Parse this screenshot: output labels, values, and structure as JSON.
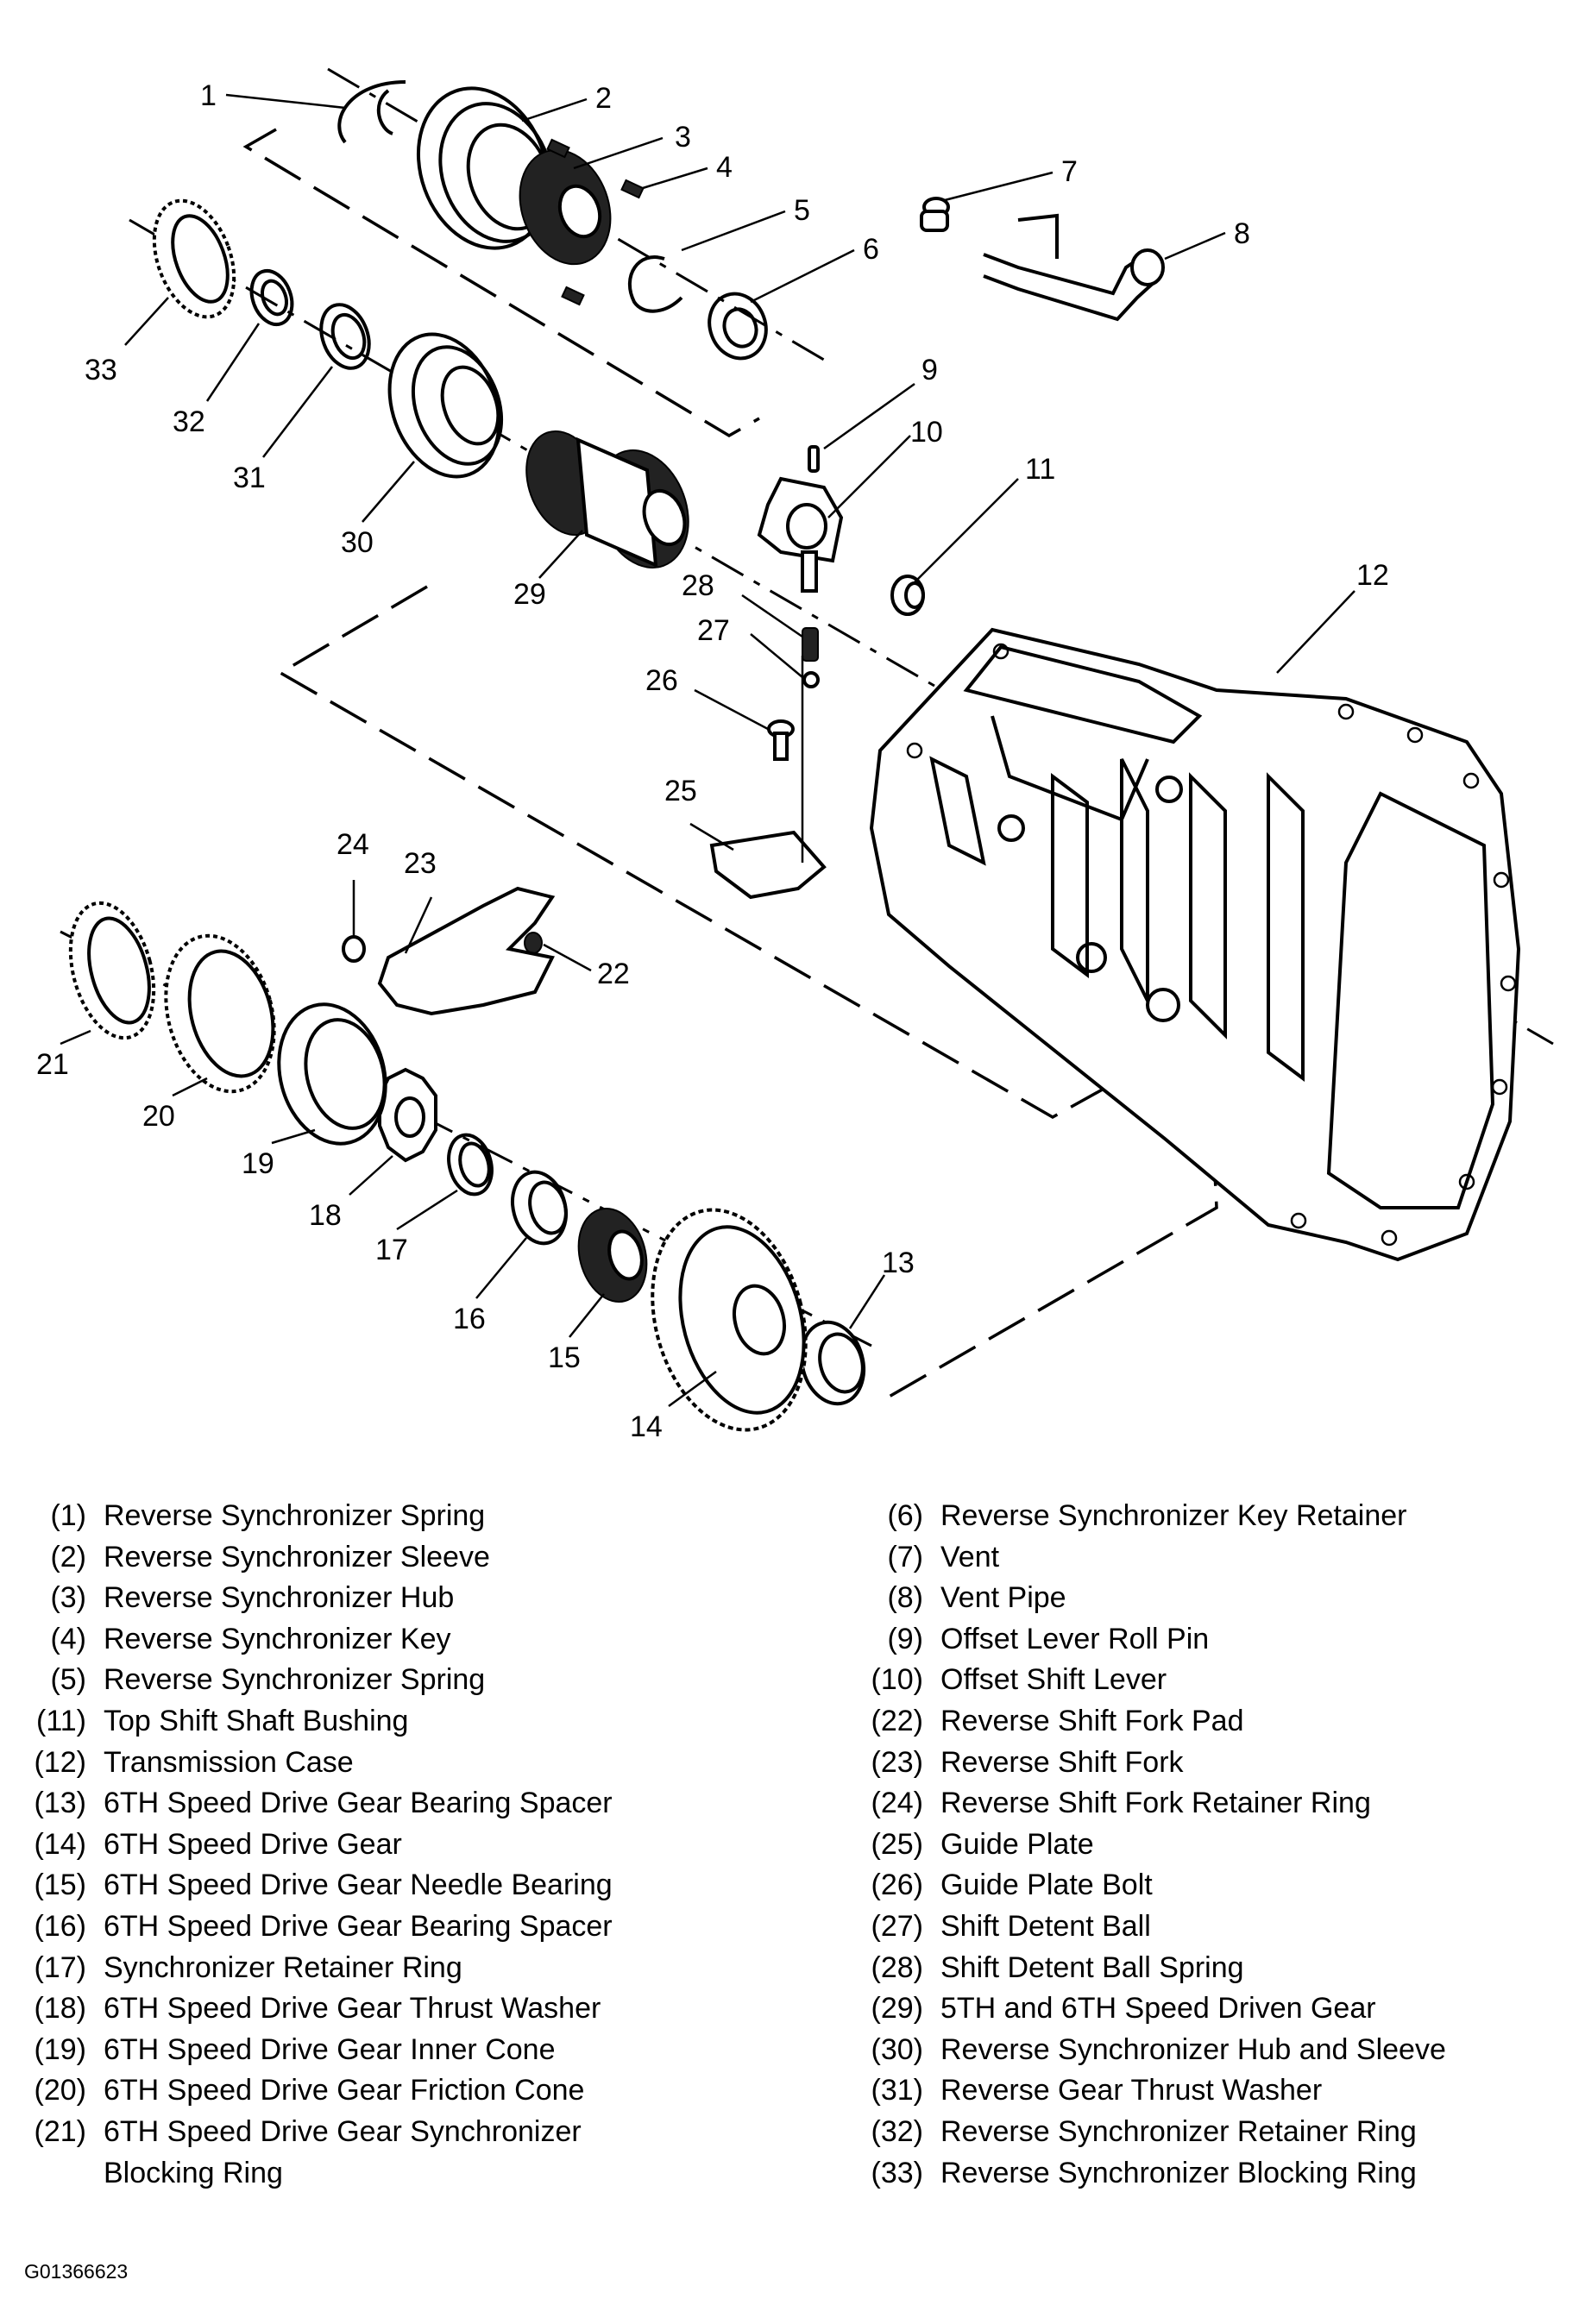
{
  "callouts": [
    "1",
    "2",
    "3",
    "4",
    "5",
    "6",
    "7",
    "8",
    "9",
    "10",
    "11",
    "12",
    "13",
    "14",
    "15",
    "16",
    "17",
    "18",
    "19",
    "20",
    "21",
    "22",
    "23",
    "24",
    "25",
    "26",
    "27",
    "28",
    "29",
    "30",
    "31",
    "32",
    "33"
  ],
  "legend_left": [
    {
      "num": "(1)",
      "text": "Reverse Synchronizer Spring"
    },
    {
      "num": "(2)",
      "text": "Reverse Synchronizer Sleeve"
    },
    {
      "num": "(3)",
      "text": "Reverse Synchronizer Hub"
    },
    {
      "num": "(4)",
      "text": "Reverse Synchronizer Key"
    },
    {
      "num": "(5)",
      "text": "Reverse Synchronizer Spring"
    },
    {
      "num": "(11)",
      "text": "Top Shift Shaft Bushing"
    },
    {
      "num": "(12)",
      "text": "Transmission Case"
    },
    {
      "num": "(13)",
      "text": "6TH Speed Drive Gear Bearing Spacer"
    },
    {
      "num": "(14)",
      "text": "6TH Speed Drive Gear"
    },
    {
      "num": "(15)",
      "text": "6TH Speed Drive Gear Needle Bearing"
    },
    {
      "num": "(16)",
      "text": "6TH Speed Drive Gear Bearing Spacer"
    },
    {
      "num": "(17)",
      "text": "Synchronizer Retainer Ring"
    },
    {
      "num": "(18)",
      "text": "6TH Speed Drive Gear Thrust Washer"
    },
    {
      "num": "(19)",
      "text": "6TH Speed Drive Gear Inner Cone"
    },
    {
      "num": "(20)",
      "text": "6TH Speed Drive Gear Friction Cone"
    },
    {
      "num": "(21)",
      "text": "6TH Speed Drive Gear Synchronizer"
    },
    {
      "num": "",
      "text": "Blocking Ring"
    }
  ],
  "legend_right": [
    {
      "num": "(6)",
      "text": "Reverse Synchronizer Key Retainer"
    },
    {
      "num": "(7)",
      "text": "Vent"
    },
    {
      "num": "(8)",
      "text": "Vent Pipe"
    },
    {
      "num": "(9)",
      "text": "Offset Lever Roll Pin"
    },
    {
      "num": "(10)",
      "text": "Offset Shift Lever"
    },
    {
      "num": "(22)",
      "text": "Reverse Shift Fork Pad"
    },
    {
      "num": "(23)",
      "text": "Reverse Shift Fork"
    },
    {
      "num": "(24)",
      "text": "Reverse Shift Fork Retainer Ring"
    },
    {
      "num": "(25)",
      "text": "Guide Plate"
    },
    {
      "num": "(26)",
      "text": "Guide Plate Bolt"
    },
    {
      "num": "(27)",
      "text": "Shift Detent Ball"
    },
    {
      "num": "(28)",
      "text": "Shift Detent Ball Spring"
    },
    {
      "num": "(29)",
      "text": "5TH and 6TH Speed Driven Gear"
    },
    {
      "num": "(30)",
      "text": "Reverse Synchronizer Hub and Sleeve"
    },
    {
      "num": "(31)",
      "text": "Reverse Gear Thrust Washer"
    },
    {
      "num": "(32)",
      "text": "Reverse Synchronizer Retainer Ring"
    },
    {
      "num": "(33)",
      "text": "Reverse Synchronizer Blocking Ring"
    }
  ],
  "figure_id": "G01366623"
}
